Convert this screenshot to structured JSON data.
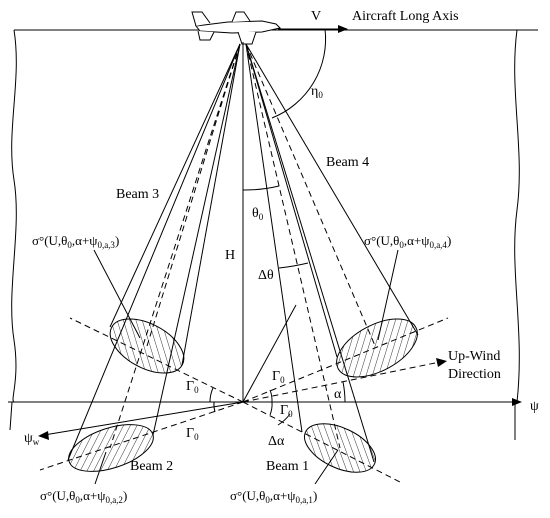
{
  "labels": {
    "aircraft_axis": "Aircraft Long Axis",
    "velocity": "V",
    "eta": "η",
    "eta_sub": "0",
    "beam1": "Beam 1",
    "beam2": "Beam 2",
    "beam3": "Beam 3",
    "beam4": "Beam 4",
    "height": "H",
    "theta": "θ",
    "theta_sub": "0",
    "delta_theta": "Δθ",
    "gamma": "Γ",
    "gamma_sub": "0",
    "alpha": "α",
    "delta_alpha": "Δα",
    "psi": "ψ",
    "psi_w": "ψ",
    "psi_w_sub": "w",
    "upwind_line1": "Up-Wind",
    "upwind_line2": "Direction"
  },
  "sigma_labels": {
    "beam1": {
      "main": "σ°(U,θ",
      "mid": ",α+ψ",
      "sub": "0,a,1",
      "close": ")"
    },
    "beam2": {
      "main": "σ°(U,θ",
      "mid": ",α+ψ",
      "sub": "0,a,2",
      "close": ")"
    },
    "beam3": {
      "main": "σ°(U,θ",
      "mid": ",α+ψ",
      "sub": "0,a,3",
      "close": ")"
    },
    "beam4": {
      "main": "σ°(U,θ",
      "mid": ",α+ψ",
      "sub": "0,a,4",
      "close": ")"
    }
  }
}
